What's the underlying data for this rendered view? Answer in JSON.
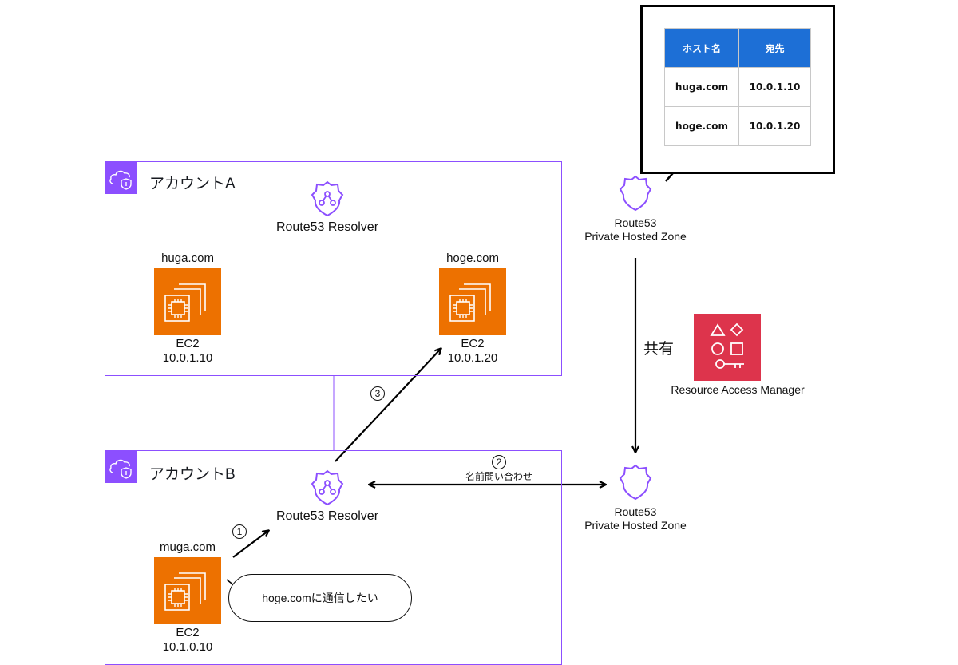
{
  "colors": {
    "account_border": "#8c4fff",
    "ec2_orange": "#ed7100",
    "ram_red": "#dd344c",
    "table_header": "#1d6fd6"
  },
  "account_a": {
    "title": "アカウントA",
    "resolver_label": "Route53 Resolver",
    "ec2_left": {
      "host": "huga.com",
      "type": "EC2",
      "ip": "10.0.1.10"
    },
    "ec2_right": {
      "host": "hoge.com",
      "type": "EC2",
      "ip": "10.0.1.20"
    }
  },
  "account_b": {
    "title": "アカウントB",
    "resolver_label": "Route53 Resolver",
    "ec2": {
      "host": "muga.com",
      "type": "EC2",
      "ip": "10.1.0.10"
    },
    "bubble_text": "hoge.comに通信したい"
  },
  "phz_top": {
    "line1": "Route53",
    "line2": "Private Hosted Zone"
  },
  "phz_bottom": {
    "line1": "Route53",
    "line2": "Private Hosted Zone"
  },
  "share_label": "共有",
  "ram_label": "Resource Access Manager",
  "steps": {
    "step1": "1",
    "step2": "2",
    "step2_label": "名前問い合わせ",
    "step3": "3"
  },
  "host_table": {
    "headers": [
      "ホスト名",
      "宛先"
    ],
    "rows": [
      [
        "huga.com",
        "10.0.1.10"
      ],
      [
        "hoge.com",
        "10.0.1.20"
      ]
    ]
  }
}
